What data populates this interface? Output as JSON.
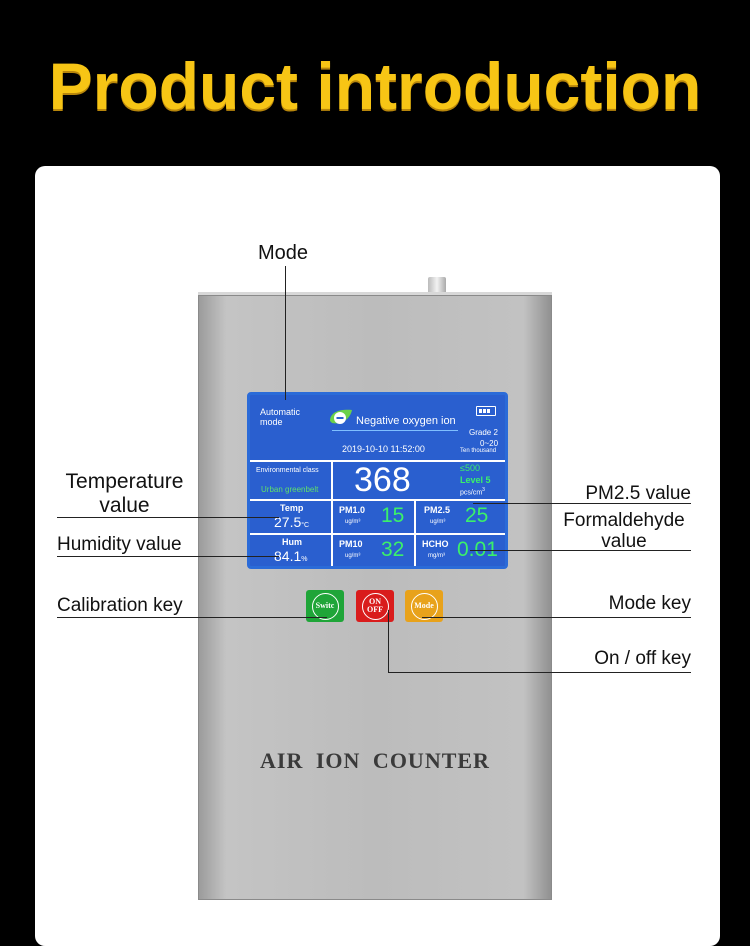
{
  "title": "Product introduction",
  "annotations": {
    "mode": "Mode",
    "temperature_line1": "Temperature",
    "temperature_line2": "value",
    "humidity": "Humidity value",
    "calibration_key": "Calibration key",
    "pm25": "PM2.5 value",
    "formaldehyde_line1": "Formaldehyde",
    "formaldehyde_line2": "value",
    "mode_key": "Mode key",
    "onoff_key": "On / off key"
  },
  "screen": {
    "mode_line1": "Automatic",
    "mode_line2": "mode",
    "header": "Negative oxygen ion",
    "datetime": "2019-10-10   11:52:00",
    "grade": "Grade 2",
    "grade_range": "0~20",
    "grade_unit": "Ten thousand",
    "env_class": "Environmental class",
    "env_value": "Urban greenbelt",
    "ion_value": "368",
    "threshold": "≤500",
    "level": "Level 5",
    "ion_unit": "pcs/cm",
    "ion_unit_sup": "3",
    "temp_label": "Temp",
    "temp_value": "27.5",
    "temp_unit": "°C",
    "pm10_label": "PM1.0",
    "pm10_unit": "ug/m³",
    "pm10_value": "15",
    "pm25_label": "PM2.5",
    "pm25_unit": "ug/m³",
    "pm25_value": "25",
    "hum_label": "Hum",
    "hum_value": "84.1",
    "hum_unit": "%",
    "pm100_label": "PM10",
    "pm100_unit": "ug/m³",
    "pm100_value": "32",
    "hcho_label": "HCHO",
    "hcho_unit": "mg/m³",
    "hcho_value": "0.01"
  },
  "keys": {
    "switch": "Switc",
    "onoff_line1": "ON",
    "onoff_line2": "OFF",
    "mode": "Mode"
  },
  "key_colors": {
    "switch": "#1fa538",
    "onoff": "#d91c1c",
    "mode": "#e8a21b"
  },
  "brand": "AIR ION COUNTER"
}
